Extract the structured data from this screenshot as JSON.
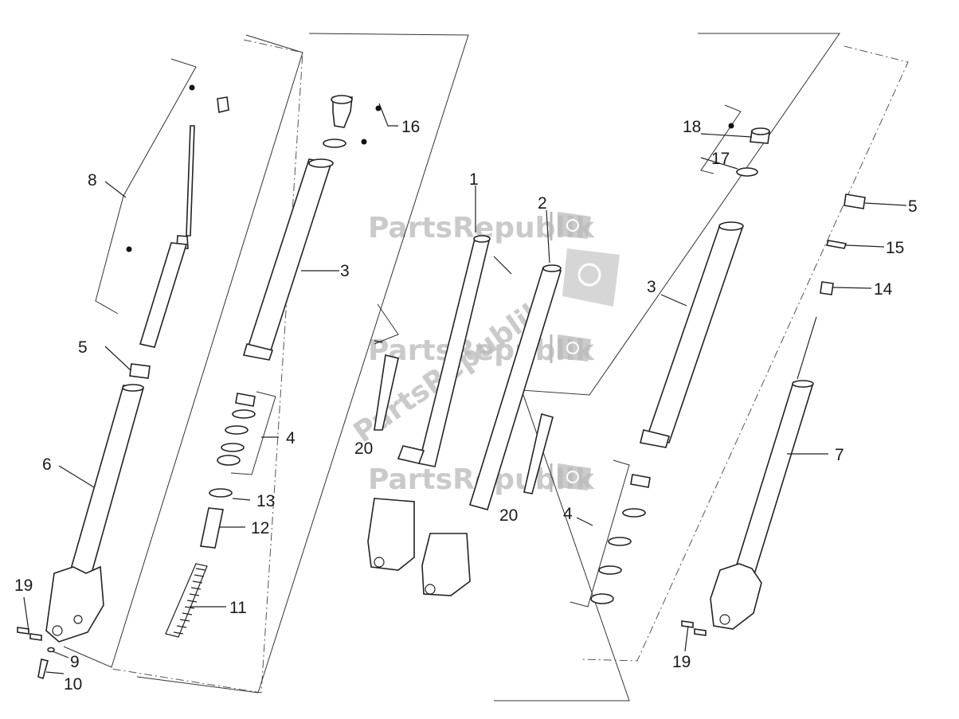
{
  "diagram": {
    "watermark_text": "PartsRepublik",
    "callouts": {
      "c1": "1",
      "c2": "2",
      "c3a": "3",
      "c3b": "3",
      "c4a": "4",
      "c4b": "4",
      "c5a": "5",
      "c5b": "5",
      "c6": "6",
      "c7": "7",
      "c8": "8",
      "c9": "9",
      "c10": "10",
      "c11": "11",
      "c12": "12",
      "c13": "13",
      "c14": "14",
      "c15": "15",
      "c16": "16",
      "c17": "17",
      "c18": "18",
      "c19a": "19",
      "c19b": "19",
      "c20a": "20",
      "c20b": "20"
    }
  }
}
